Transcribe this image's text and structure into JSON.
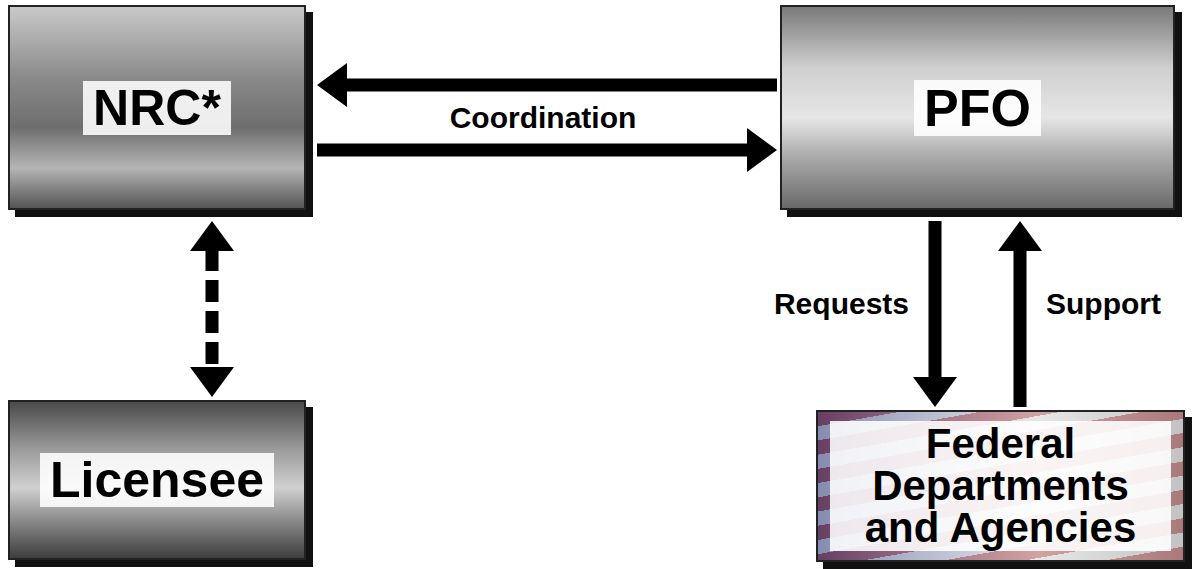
{
  "diagram": {
    "nodes": [
      {
        "text": [
          "NRC*"
        ]
      },
      {
        "text": [
          "PFO"
        ]
      },
      {
        "text": [
          "Licensee"
        ]
      },
      {
        "text": [
          "Federal Departments and Agencies"
        ]
      }
    ],
    "edges": [
      {
        "from": 1,
        "to": 0,
        "arrow": "to",
        "label": "Coordination"
      },
      {
        "from": 0,
        "to": 1,
        "arrow": "to"
      },
      {
        "from": 0,
        "to": 2,
        "arrow": "both"
      },
      {
        "from": 1,
        "to": 3,
        "arrow": "to",
        "label": "Requests"
      },
      {
        "from": 3,
        "to": 1,
        "arrow": "to",
        "label": "Support"
      }
    ]
  }
}
